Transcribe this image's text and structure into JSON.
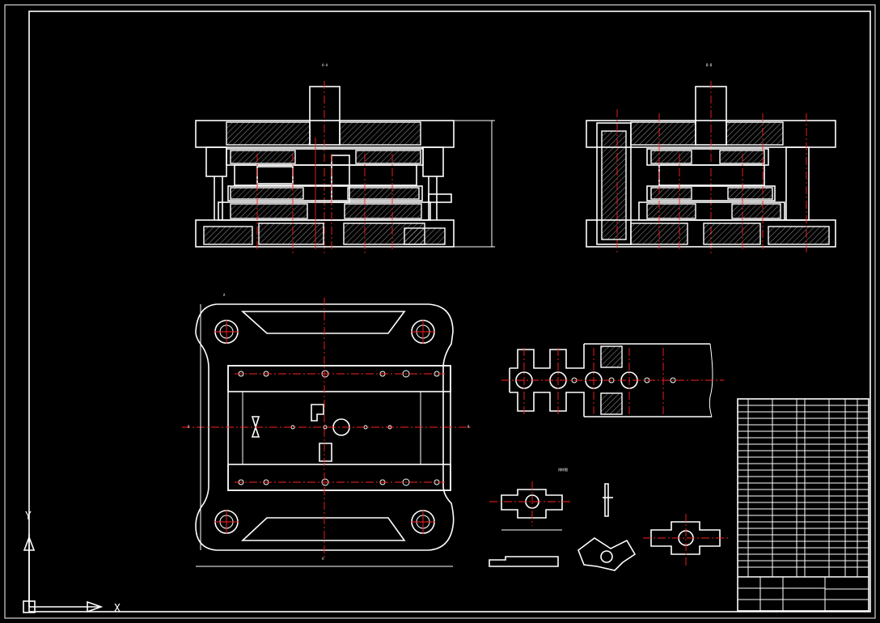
{
  "drawing": {
    "section_label_front": "A-A",
    "section_label_side": "B-B",
    "plan_label_top": "A",
    "plan_label_bottom": "A",
    "plan_label_left": "B",
    "plan_label_right": "B",
    "strip_label": "排样图"
  },
  "ucs": {
    "y_axis_label": "Y",
    "x_axis_label": "X"
  },
  "colors": {
    "background": "#000000",
    "line": "#ffffff",
    "centerline": "#ff2020"
  }
}
